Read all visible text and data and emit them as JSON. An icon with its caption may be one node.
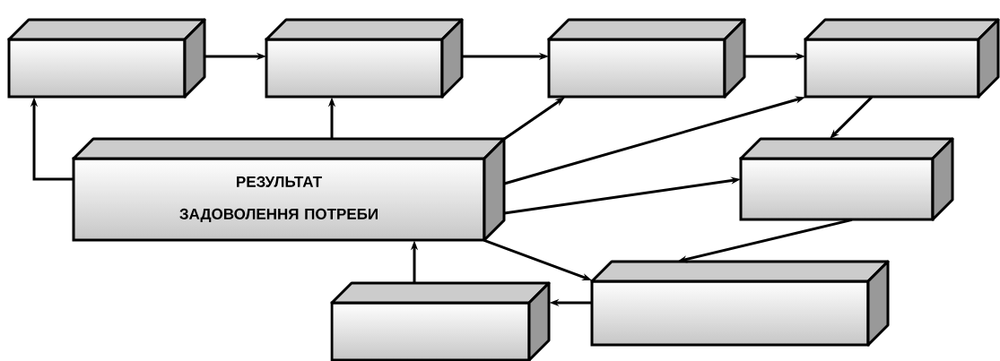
{
  "diagram": {
    "nodes": [
      {
        "text": [],
        "shape": "box"
      },
      {
        "text": [],
        "shape": "box"
      },
      {
        "text": [],
        "shape": "box"
      },
      {
        "text": [],
        "shape": "box"
      },
      {
        "text": [
          "РЕЗУЛЬТАТ ЗАДОВОЛЕННЯ ПОТРЕБИ"
        ]
      },
      {
        "text": [],
        "shape": "box"
      },
      {
        "text": [],
        "shape": "box"
      },
      {
        "text": [],
        "shape": "box"
      }
    ],
    "edges": [
      {
        "from": 0,
        "to": 1,
        "arrow": "to"
      },
      {
        "from": 1,
        "to": 2,
        "arrow": "to"
      },
      {
        "from": 2,
        "to": 3,
        "arrow": "to"
      },
      {
        "from": 4,
        "to": 0,
        "arrow": "to"
      },
      {
        "from": 4,
        "to": 1,
        "arrow": "to"
      },
      {
        "from": 4,
        "to": 2,
        "arrow": "to"
      },
      {
        "from": 4,
        "to": 3,
        "arrow": "to"
      },
      {
        "from": 3,
        "to": 5,
        "arrow": "to"
      },
      {
        "from": 4,
        "to": 5,
        "arrow": "to"
      },
      {
        "from": 5,
        "to": 6,
        "arrow": "to"
      },
      {
        "from": 4,
        "to": 6,
        "arrow": "to"
      },
      {
        "from": 6,
        "to": 7,
        "arrow": "to"
      },
      {
        "from": 7,
        "to": 4,
        "arrow": "to"
      }
    ]
  }
}
